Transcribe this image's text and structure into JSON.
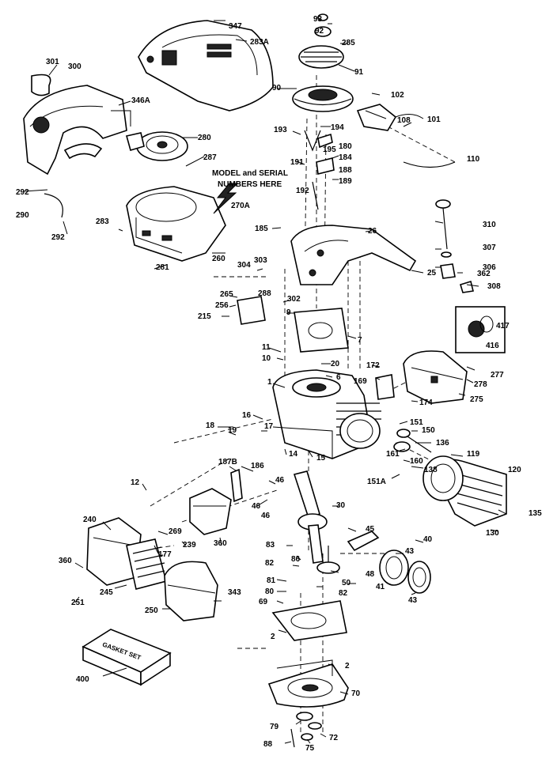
{
  "labels": {
    "l93": "93",
    "l347": "347",
    "l92": "92",
    "l283a": "283A",
    "l285": "285",
    "l301": "301",
    "l300": "300",
    "l91": "91",
    "l90": "90",
    "l102": "102",
    "l346a": "346A",
    "l193": "193",
    "l194": "194",
    "l180": "180",
    "l195": "195",
    "l108": "108",
    "l101": "101",
    "l280": "280",
    "l287": "287",
    "l191": "191",
    "l184": "184",
    "l188": "188",
    "l189": "189",
    "l110": "110",
    "l192": "192",
    "l282a": "292",
    "l290": "290",
    "l282b": "292",
    "l270a": "270A",
    "l310": "310",
    "l283": "283",
    "l185": "185",
    "l25": "25",
    "l307": "307",
    "l281": "281",
    "l260": "260",
    "l304": "304",
    "l303": "303",
    "l26": "26",
    "l306": "306",
    "l362": "362",
    "l308": "308",
    "l265": "265",
    "l288": "288",
    "l302": "302",
    "l256": "256",
    "l9": "9",
    "l215": "215",
    "l417": "417",
    "l7": "7",
    "l416": "416",
    "l11": "11",
    "l10": "10",
    "l20": "20",
    "l6": "6",
    "l172": "172",
    "l277": "277",
    "l278": "278",
    "l1": "1",
    "l169": "169",
    "l174": "174",
    "l275": "275",
    "l16": "16",
    "l17": "17",
    "l18": "18",
    "l19": "19",
    "l14": "14",
    "l15": "15",
    "l151": "151",
    "l150": "150",
    "l136": "136",
    "l161": "161",
    "l180b": "160",
    "l138": "138",
    "l119": "119",
    "l187b": "187B",
    "l186": "186",
    "l151a": "151A",
    "l120": "120",
    "l12": "12",
    "l30": "30",
    "l46": "46",
    "l45b": "46",
    "l240": "240",
    "l135": "135",
    "l269": "269",
    "l177": "177",
    "l239": "239",
    "l360": "360",
    "l130": "130",
    "l45": "45",
    "l40": "40",
    "l360b": "360",
    "l43": "43",
    "l83": "83",
    "l86": "86",
    "l82": "82",
    "l48": "48",
    "l81": "81",
    "l50": "50",
    "l41": "41",
    "l80": "80",
    "l82b": "82",
    "l43b": "43",
    "l245": "245",
    "l251": "251",
    "l343": "343",
    "l69": "69",
    "l250": "250",
    "l2": "2",
    "l2b": "2",
    "l400": "400",
    "l70": "70",
    "l79": "79",
    "l72": "72",
    "l88": "88",
    "l75": "75"
  },
  "notes": {
    "model_line1": "MODEL and SERIAL",
    "model_line2": "NUMBERS HERE",
    "gasket_set": "GASKET SET"
  }
}
